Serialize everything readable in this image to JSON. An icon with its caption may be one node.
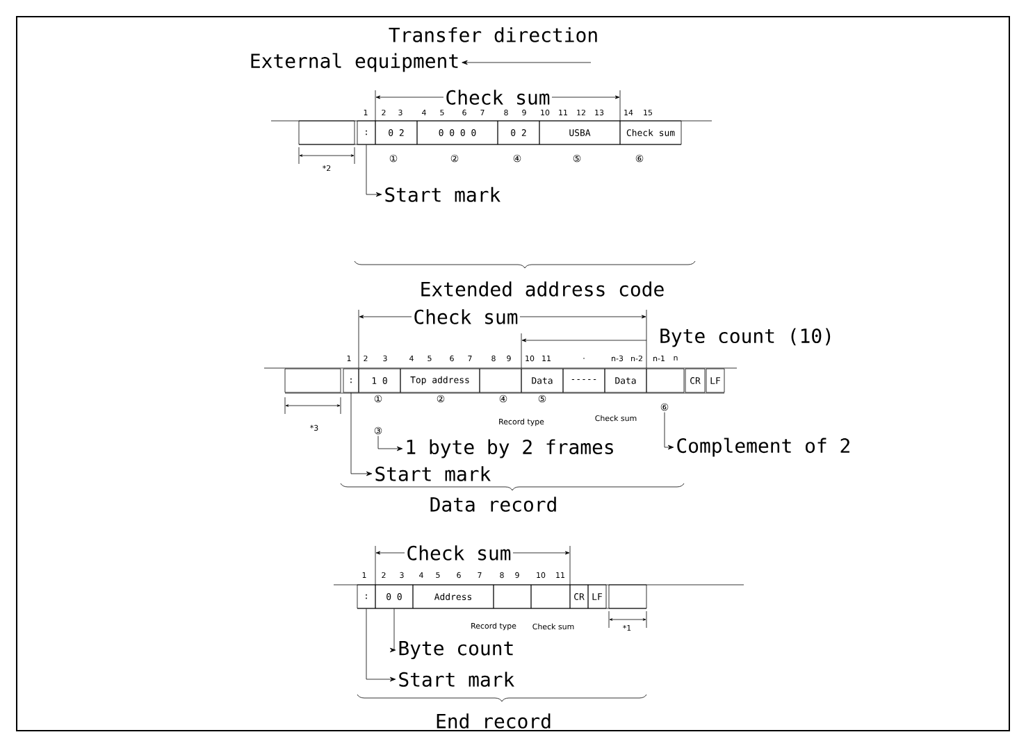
{
  "diagram": {
    "nodes": [
      {
        "text": [
          "External equipment"
        ]
      },
      {
        "text": [],
        "shape": "box"
      },
      {
        "text": [
          ":"
        ]
      },
      {
        "text": [
          "0 2"
        ]
      },
      {
        "text": [
          "0 0 0 0"
        ]
      },
      {
        "text": [
          "0 2"
        ]
      },
      {
        "text": [
          "USBA"
        ]
      },
      {
        "text": [
          "Check sum"
        ]
      },
      {
        "text": [
          "Start mark"
        ]
      },
      {
        "text": [],
        "shape": "box"
      },
      {
        "text": [
          ":"
        ]
      },
      {
        "text": [
          "1 0"
        ]
      },
      {
        "text": [
          "Top address"
        ]
      },
      {
        "text": [],
        "shape": "box"
      },
      {
        "text": [
          "Data"
        ]
      },
      {
        "text": [
          "-----"
        ]
      },
      {
        "text": [
          "Data"
        ]
      },
      {
        "text": [],
        "shape": "box"
      },
      {
        "text": [
          "CR"
        ]
      },
      {
        "text": [
          "LF"
        ]
      },
      {
        "text": [
          "③"
        ]
      },
      {
        "text": [
          "1 byte by 2 frames"
        ]
      },
      {
        "text": [
          "⑥"
        ]
      },
      {
        "text": [
          "Complement of 2"
        ]
      },
      {
        "text": [
          "Start mark"
        ]
      },
      {
        "text": [
          ":"
        ]
      },
      {
        "text": [
          "0 0"
        ]
      },
      {
        "text": [
          "Address"
        ]
      },
      {
        "text": [],
        "shape": "box"
      },
      {
        "text": [],
        "shape": "box"
      },
      {
        "text": [
          "CR"
        ]
      },
      {
        "text": [
          "LF"
        ]
      },
      {
        "text": [],
        "shape": "box"
      },
      {
        "text": [
          "Byte count"
        ]
      },
      {
        "text": [
          "Start mark"
        ]
      }
    ],
    "edges": [
      {
        "from": null,
        "to": 0,
        "arrow": "to"
      },
      {
        "from": 2,
        "to": 8,
        "arrow": "to"
      },
      {
        "from": 20,
        "to": 21,
        "arrow": "to"
      },
      {
        "from": 22,
        "to": 23,
        "arrow": "to"
      },
      {
        "from": 10,
        "to": 24,
        "arrow": "to"
      },
      {
        "from": 26,
        "to": 33,
        "arrow": "to"
      },
      {
        "from": 25,
        "to": 34,
        "arrow": "to"
      }
    ],
    "labels": [
      "Transfer direction",
      "Check sum",
      "1",
      "2",
      "3",
      "4",
      "5",
      "6",
      "7",
      "8",
      "9",
      "10",
      "11",
      "12",
      "13",
      "14",
      "15",
      "①",
      "②",
      "④",
      "⑤",
      "⑥",
      "*2",
      "Extended address code",
      "Check sum",
      "Byte count (10)",
      "1",
      "2",
      "3",
      "4",
      "5",
      "6",
      "7",
      "8",
      "9",
      "10",
      "11",
      ".",
      "n-3",
      "n-2",
      "n-1",
      "n",
      "①",
      "②",
      "④",
      "⑤",
      "Record type",
      "Check sum",
      "*3",
      "Data record",
      "Check sum",
      "1",
      "2",
      "3",
      "4",
      "5",
      "6",
      "7",
      "8",
      "9",
      "10",
      "11",
      "Record type",
      "Check sum",
      "*1",
      "End record"
    ]
  }
}
